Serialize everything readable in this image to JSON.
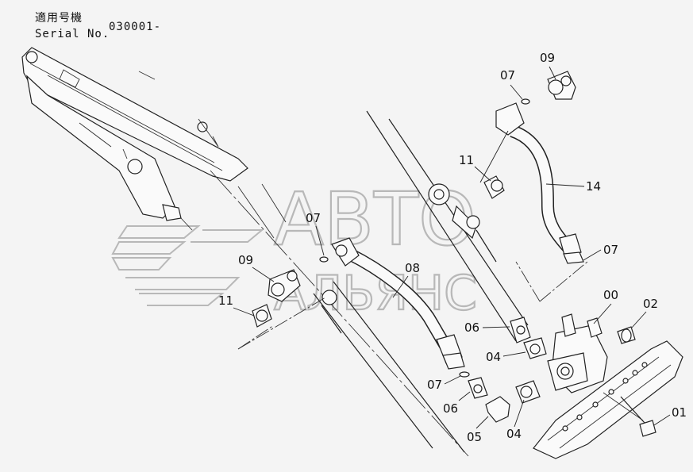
{
  "header": {
    "applicable_model_label": "適用号機",
    "serial_label": "Serial No.",
    "serial_value": "030001-"
  },
  "watermark": {
    "line1": "АВТО",
    "line2": "АЛЬЯНС"
  },
  "part_labels": {
    "p09_top": "09",
    "p07_top": "07",
    "p11_top": "11",
    "p14": "14",
    "p07_right": "07",
    "p07_mid": "07",
    "p09_left": "09",
    "p08": "08",
    "p11_left": "11",
    "p00": "00",
    "p02": "02",
    "p06_upper": "06",
    "p04_upper": "04",
    "p07_lower": "07",
    "p06_lower": "06",
    "p04_lower": "04",
    "p05": "05",
    "p01": "01"
  }
}
